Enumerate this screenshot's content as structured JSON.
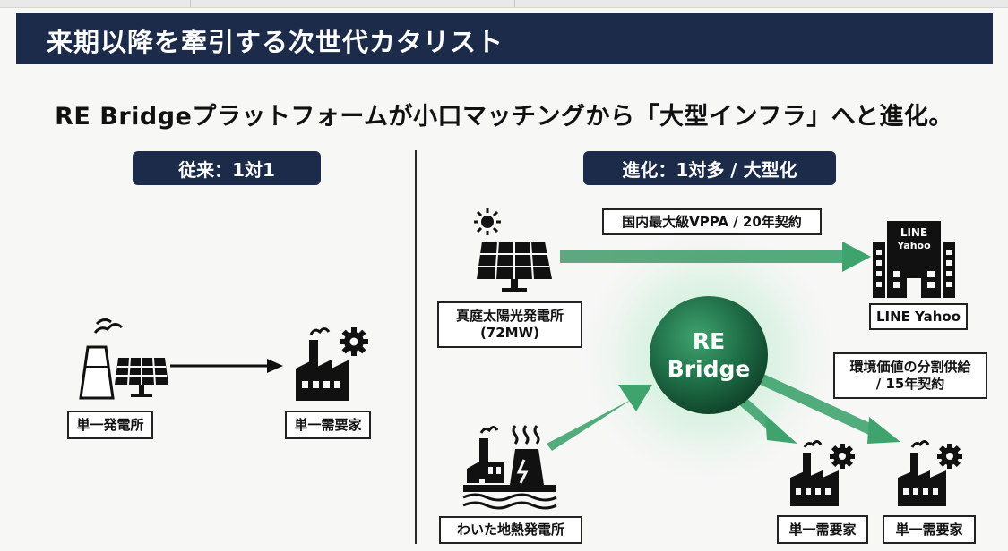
{
  "header": {
    "title": "来期以降を牽引する次世代カタリスト"
  },
  "subtitle": "RE Bridgeプラットフォームが小口マッチングから「大型インフラ」へと進化。",
  "left": {
    "pill": "従来：1対1",
    "source_label": "単一発電所",
    "target_label": "単一需要家"
  },
  "right": {
    "pill": "進化：1対多 / 大型化",
    "solar_label_line1": "真庭太陽光発電所",
    "solar_label_line2": "(72MW)",
    "geo_label": "わいた地熱発電所",
    "vppa_label": "国内最大級VPPA / 20年契約",
    "lineyahoo_label": "LINE Yahoo",
    "lineyahoo_sign_line1": "LINE",
    "lineyahoo_sign_line2": "Yahoo",
    "split_label_line1": "環境価値の分割供給",
    "split_label_line2": "/ 15年契約",
    "hub_line1": "RE",
    "hub_line2": "Bridge",
    "consumer1_label": "単一需要家",
    "consumer2_label": "単一需要家"
  },
  "colors": {
    "navy": "#1c2b4a",
    "green": "#2e8a5a",
    "green_light": "#8fd6aa"
  }
}
